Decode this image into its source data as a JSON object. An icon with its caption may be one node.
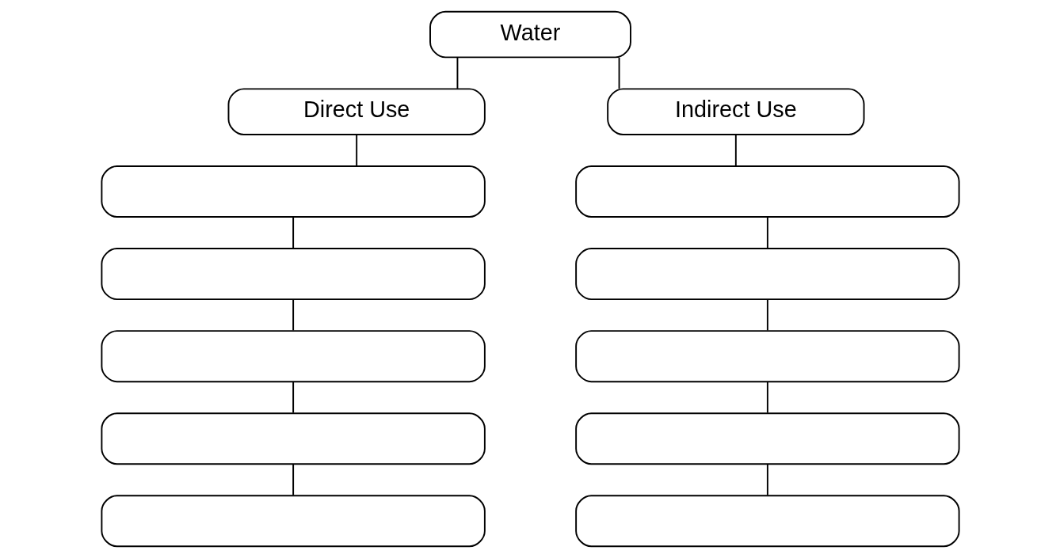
{
  "diagram": {
    "nodes": [
      {
        "text": [
          "Water"
        ]
      },
      {
        "text": [
          "Direct Use"
        ]
      },
      {
        "text": [
          "Indirect Use"
        ]
      },
      {
        "text": [],
        "shape": "box"
      },
      {
        "text": [],
        "shape": "box"
      },
      {
        "text": [],
        "shape": "box"
      },
      {
        "text": [],
        "shape": "box"
      },
      {
        "text": [],
        "shape": "box"
      },
      {
        "text": [],
        "shape": "box"
      },
      {
        "text": [],
        "shape": "box"
      },
      {
        "text": [],
        "shape": "box"
      },
      {
        "text": [],
        "shape": "box"
      },
      {
        "text": [],
        "shape": "box"
      }
    ],
    "edges": [
      {
        "from": 0,
        "to": 1,
        "arrow": "none"
      },
      {
        "from": 0,
        "to": 2,
        "arrow": "none"
      },
      {
        "from": 1,
        "to": 3,
        "arrow": "none"
      },
      {
        "from": 3,
        "to": 4,
        "arrow": "none"
      },
      {
        "from": 4,
        "to": 5,
        "arrow": "none"
      },
      {
        "from": 5,
        "to": 6,
        "arrow": "none"
      },
      {
        "from": 6,
        "to": 7,
        "arrow": "none"
      },
      {
        "from": 2,
        "to": 8,
        "arrow": "none"
      },
      {
        "from": 8,
        "to": 9,
        "arrow": "none"
      },
      {
        "from": 9,
        "to": 10,
        "arrow": "none"
      },
      {
        "from": 10,
        "to": 11,
        "arrow": "none"
      },
      {
        "from": 11,
        "to": 12,
        "arrow": "none"
      }
    ]
  }
}
